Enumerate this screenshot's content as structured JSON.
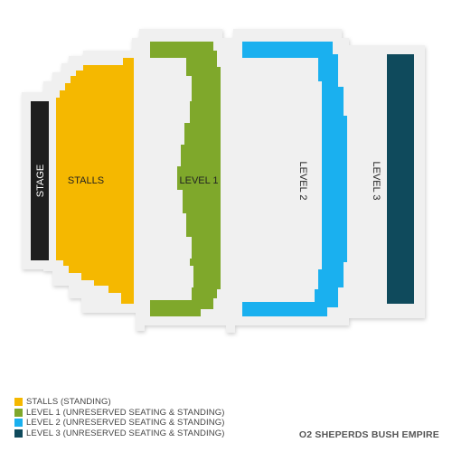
{
  "sections": {
    "stage": {
      "label": "STAGE",
      "color": "#1e1e1e"
    },
    "stalls": {
      "label": "STALLS",
      "color": "#f5b800"
    },
    "level1": {
      "label": "LEVEL 1",
      "color": "#7fa82b"
    },
    "level2": {
      "label": "LEVEL 2",
      "color": "#1ab0ef"
    },
    "level3": {
      "label": "LEVEL 3",
      "color": "#0f4a5c"
    }
  },
  "legend": [
    {
      "label": "STALLS (STANDING)",
      "color": "#f5b800"
    },
    {
      "label": "LEVEL 1 (UNRESERVED SEATING & STANDING)",
      "color": "#7fa82b"
    },
    {
      "label": "LEVEL 2 (UNRESERVED SEATING & STANDING)",
      "color": "#1ab0ef"
    },
    {
      "label": "LEVEL 3 (UNRESERVED SEATING & STANDING)",
      "color": "#0f4a5c"
    }
  ],
  "venue_name": "O2 SHEPERDS BUSH EMPIRE"
}
